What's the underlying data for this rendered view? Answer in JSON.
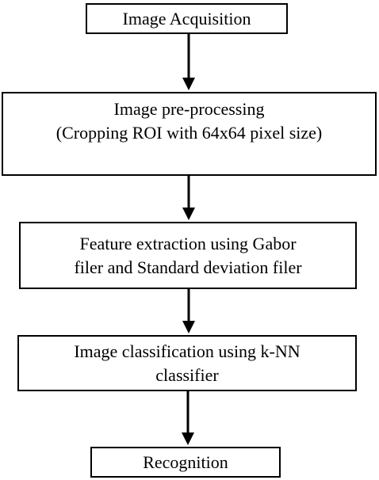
{
  "steps": [
    {
      "lines": [
        "Image Acquisition"
      ]
    },
    {
      "lines": [
        "Image pre-processing",
        "(Cropping ROI with 64x64 pixel size)"
      ]
    },
    {
      "lines": [
        "Feature extraction using Gabor",
        "filer and Standard deviation filer"
      ]
    },
    {
      "lines": [
        "Image classification using k-NN",
        "classifier"
      ]
    },
    {
      "lines": [
        "Recognition"
      ]
    }
  ]
}
